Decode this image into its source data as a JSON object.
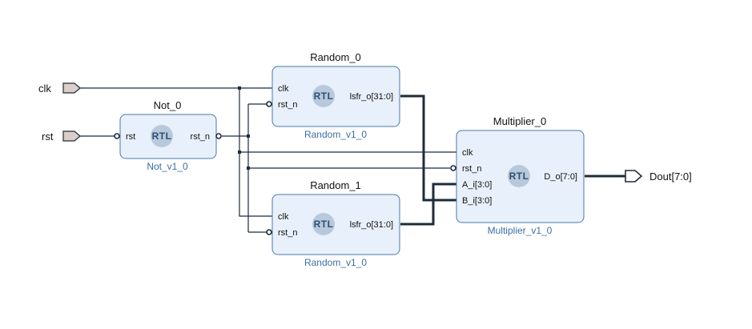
{
  "ports": {
    "clk": "clk",
    "rst": "rst",
    "dout": "Dout[7:0]"
  },
  "blocks": {
    "not_0": {
      "title": "Not_0",
      "subtitle": "Not_v1_0",
      "rtl": "RTL",
      "pins_in": [
        "rst"
      ],
      "pins_out": [
        "rst_n"
      ]
    },
    "random_0": {
      "title": "Random_0",
      "subtitle": "Random_v1_0",
      "rtl": "RTL",
      "pins_in": [
        "clk",
        "rst_n"
      ],
      "pins_out": [
        "lsfr_o[31:0]"
      ]
    },
    "random_1": {
      "title": "Random_1",
      "subtitle": "Random_v1_0",
      "rtl": "RTL",
      "pins_in": [
        "clk",
        "rst_n"
      ],
      "pins_out": [
        "lsfr_o[31:0]"
      ]
    },
    "multiplier_0": {
      "title": "Multiplier_0",
      "subtitle": "Multiplier_v1_0",
      "rtl": "RTL",
      "pins_in": [
        "clk",
        "rst_n",
        "A_i[3:0]",
        "B_i[3:0]"
      ],
      "pins_out": [
        "D_o[7:0]"
      ]
    }
  }
}
